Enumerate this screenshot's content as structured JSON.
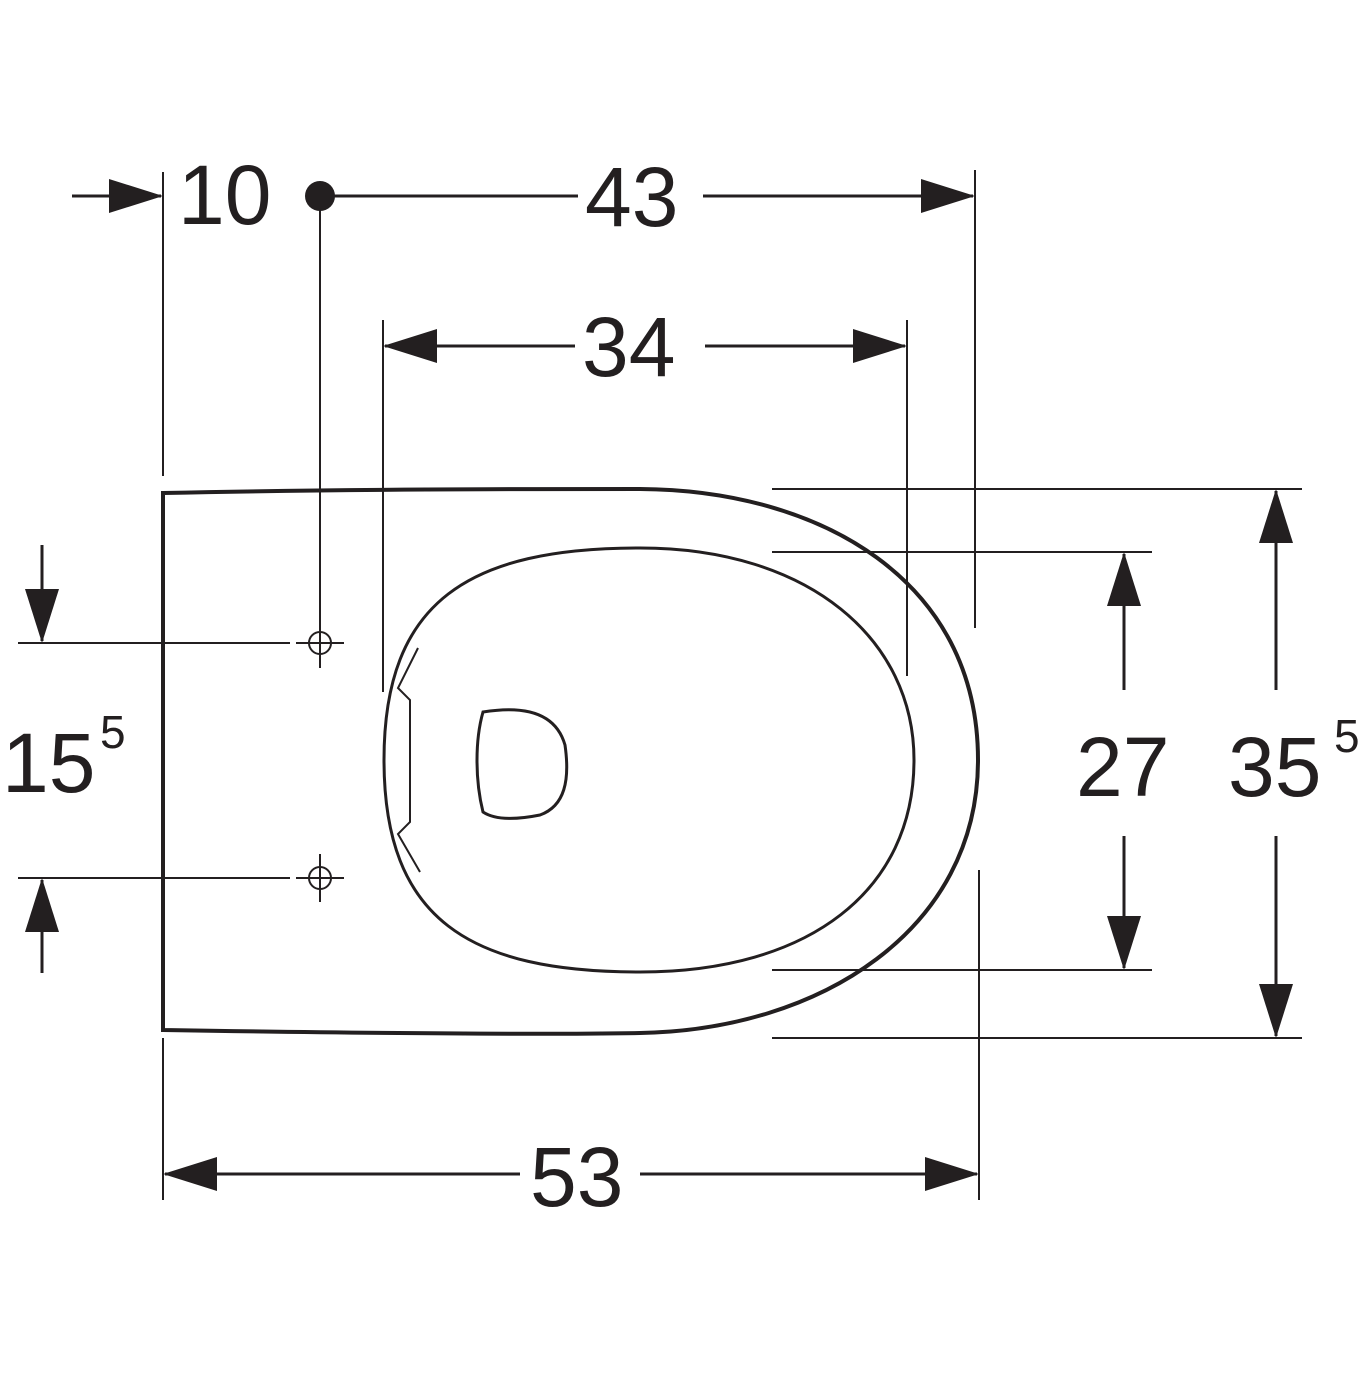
{
  "dimensions": {
    "offset_10": {
      "value": "10"
    },
    "length_43": {
      "value": "43"
    },
    "seat_width_34": {
      "value": "34"
    },
    "total_length_53": {
      "value": "53"
    },
    "fixing_spacing": {
      "value": "15",
      "superscript": "5"
    },
    "seat_depth_27": {
      "value": "27"
    },
    "total_width": {
      "value": "35",
      "superscript": "5"
    }
  },
  "colors": {
    "line": "#231f20",
    "background": "#ffffff"
  }
}
